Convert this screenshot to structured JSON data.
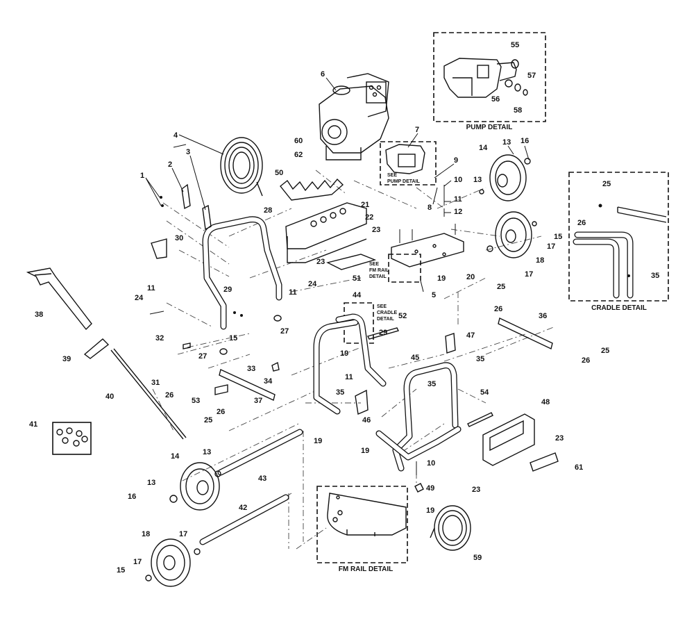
{
  "details": {
    "pump": "PUMP DETAIL",
    "cradle": "CRADLE DETAIL",
    "fm_rail": "FM RAIL DETAIL",
    "see_pump_1": "SEE",
    "see_pump_2": "PUMP DETAIL",
    "see_fm_1": "SEE",
    "see_fm_2": "FM RAIL",
    "see_fm_3": "DETAIL",
    "see_cradle_1": "SEE",
    "see_cradle_2": "CRADLE",
    "see_cradle_3": "DETAIL"
  },
  "callouts": [
    {
      "n": "1"
    },
    {
      "n": "2"
    },
    {
      "n": "3"
    },
    {
      "n": "4"
    },
    {
      "n": "5"
    },
    {
      "n": "6"
    },
    {
      "n": "7"
    },
    {
      "n": "8"
    },
    {
      "n": "9"
    },
    {
      "n": "10"
    },
    {
      "n": "10"
    },
    {
      "n": "11"
    },
    {
      "n": "11"
    },
    {
      "n": "11"
    },
    {
      "n": "11"
    },
    {
      "n": "12"
    },
    {
      "n": "13"
    },
    {
      "n": "13"
    },
    {
      "n": "13"
    },
    {
      "n": "13"
    },
    {
      "n": "14"
    },
    {
      "n": "14"
    },
    {
      "n": "15"
    },
    {
      "n": "15"
    },
    {
      "n": "15"
    },
    {
      "n": "16"
    },
    {
      "n": "16"
    },
    {
      "n": "17"
    },
    {
      "n": "17"
    },
    {
      "n": "17"
    },
    {
      "n": "17"
    },
    {
      "n": "18"
    },
    {
      "n": "18"
    },
    {
      "n": "19"
    },
    {
      "n": "19"
    },
    {
      "n": "19"
    },
    {
      "n": "19"
    },
    {
      "n": "19"
    },
    {
      "n": "20"
    },
    {
      "n": "21"
    },
    {
      "n": "22"
    },
    {
      "n": "23"
    },
    {
      "n": "23"
    },
    {
      "n": "23"
    },
    {
      "n": "23"
    },
    {
      "n": "24"
    },
    {
      "n": "24"
    },
    {
      "n": "25"
    },
    {
      "n": "25"
    },
    {
      "n": "25"
    },
    {
      "n": "25"
    },
    {
      "n": "26"
    },
    {
      "n": "26"
    },
    {
      "n": "26"
    },
    {
      "n": "26"
    },
    {
      "n": "26"
    },
    {
      "n": "27"
    },
    {
      "n": "27"
    },
    {
      "n": "28"
    },
    {
      "n": "29"
    },
    {
      "n": "29"
    },
    {
      "n": "30"
    },
    {
      "n": "31"
    },
    {
      "n": "32"
    },
    {
      "n": "33"
    },
    {
      "n": "34"
    },
    {
      "n": "35"
    },
    {
      "n": "35"
    },
    {
      "n": "35"
    },
    {
      "n": "35"
    },
    {
      "n": "36"
    },
    {
      "n": "37"
    },
    {
      "n": "38"
    },
    {
      "n": "39"
    },
    {
      "n": "40"
    },
    {
      "n": "41"
    },
    {
      "n": "42"
    },
    {
      "n": "43"
    },
    {
      "n": "44"
    },
    {
      "n": "45"
    },
    {
      "n": "46"
    },
    {
      "n": "47"
    },
    {
      "n": "48"
    },
    {
      "n": "49"
    },
    {
      "n": "50"
    },
    {
      "n": "51"
    },
    {
      "n": "52"
    },
    {
      "n": "53"
    },
    {
      "n": "54"
    },
    {
      "n": "55"
    },
    {
      "n": "56"
    },
    {
      "n": "57"
    },
    {
      "n": "58"
    },
    {
      "n": "59"
    },
    {
      "n": "60"
    },
    {
      "n": "61"
    },
    {
      "n": "62"
    },
    {
      "n": "35"
    }
  ]
}
